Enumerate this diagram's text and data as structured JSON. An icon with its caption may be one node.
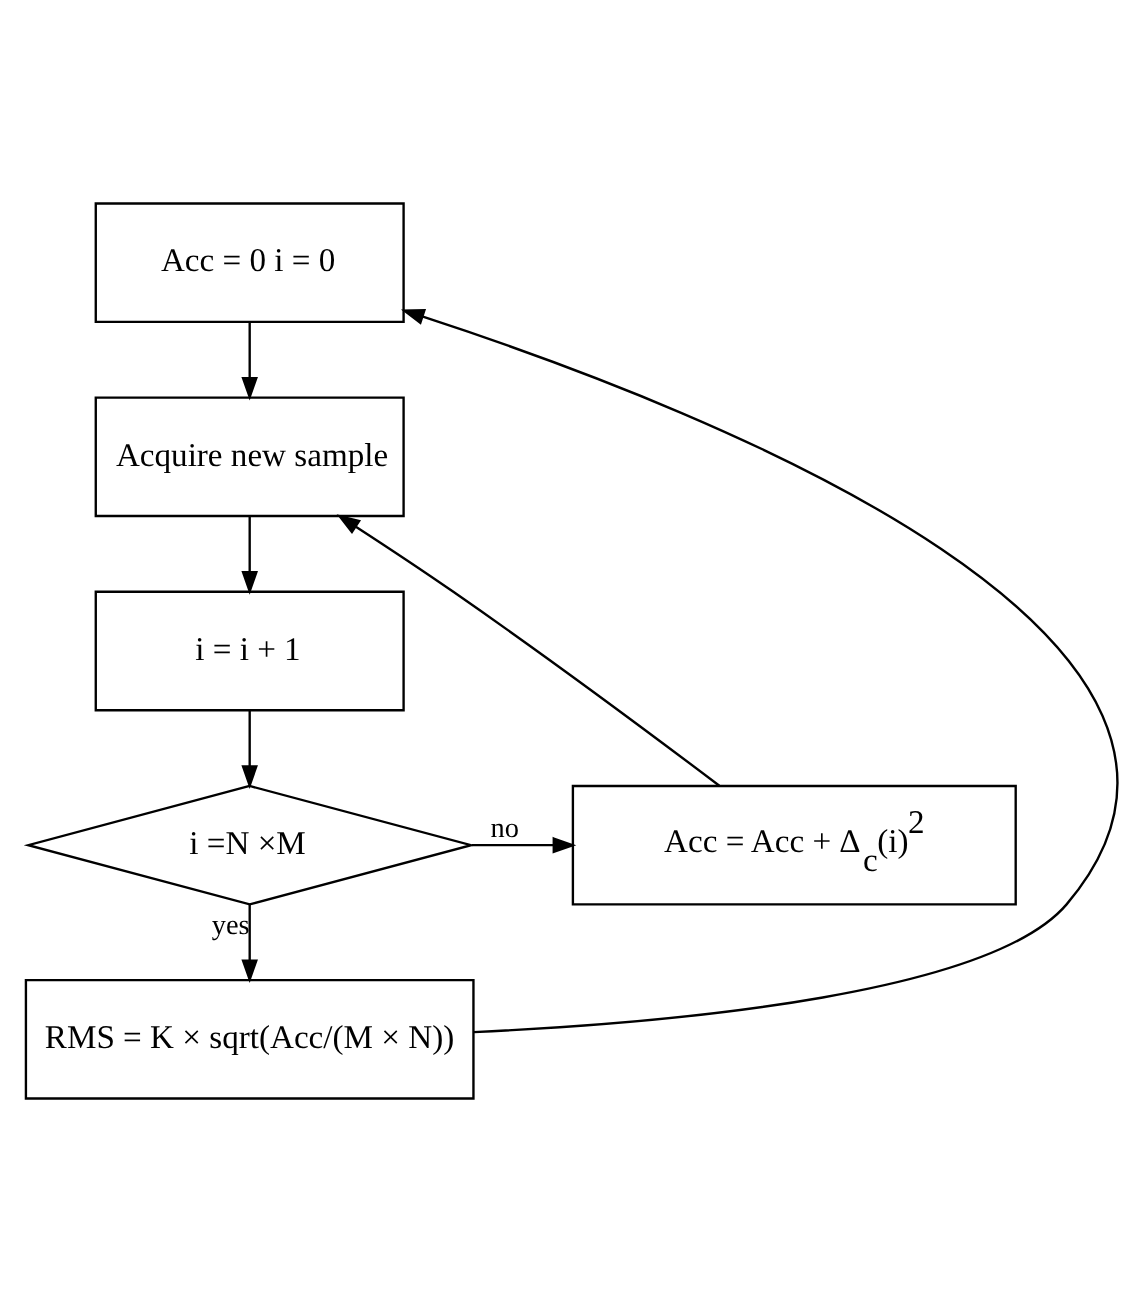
{
  "diagram": {
    "nodes": [
      {
        "text": [
          "Acc = 0 i = 0"
        ]
      },
      {
        "text": [
          "Acquire new sample"
        ]
      },
      {
        "text": [
          "i = i + 1"
        ]
      },
      {
        "text": [
          "i =N ×M"
        ]
      },
      {
        "text": [
          "Acc = Acc + Δ$_{c}$(i)$^{2}$"
        ]
      },
      {
        "text": [
          "RMS = K × sqrt(Acc/(M × N))"
        ]
      }
    ],
    "edges": [
      {
        "from": 0,
        "to": 1,
        "arrow": "to"
      },
      {
        "from": 1,
        "to": 2,
        "arrow": "to"
      },
      {
        "from": 2,
        "to": 3,
        "arrow": "to"
      },
      {
        "from": 3,
        "to": 4,
        "arrow": "to",
        "label": "no"
      },
      {
        "from": 3,
        "to": 5,
        "arrow": "to",
        "label": "yes"
      },
      {
        "from": 4,
        "to": 1,
        "arrow": "to"
      },
      {
        "from": 5,
        "to": 0,
        "arrow": "to"
      }
    ]
  }
}
